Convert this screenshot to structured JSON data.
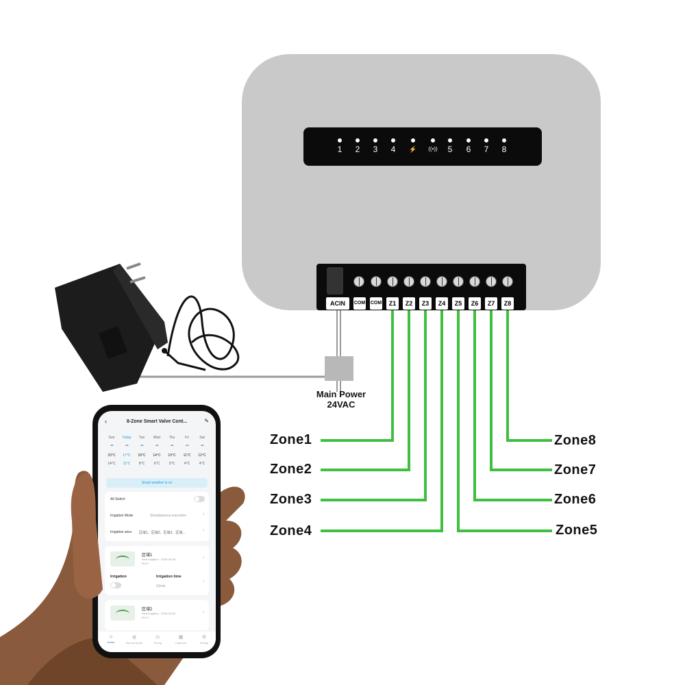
{
  "controller": {
    "indicators": [
      "1",
      "2",
      "3",
      "4",
      "⚡",
      "((•))",
      "5",
      "6",
      "7",
      "8"
    ],
    "terminals": [
      "ACIN",
      "COM",
      "COM",
      "Z1",
      "Z2",
      "Z3",
      "Z4",
      "Z5",
      "Z6",
      "Z7",
      "Z8"
    ]
  },
  "power": {
    "line1": "Main Power",
    "line2": "24VAC"
  },
  "zones_left": [
    "Zone1",
    "Zone2",
    "Zone3",
    "Zone4"
  ],
  "zones_right": [
    "Zone8",
    "Zone7",
    "Zone6",
    "Zone5"
  ],
  "colors": {
    "wire_green": "#3fbf3f",
    "device_gray": "#c9c9c9",
    "panel_black": "#0b0b0b",
    "cable_gray": "#9a9a9a"
  },
  "app": {
    "title": "8-Zone Smart Valve Cont...",
    "weather": [
      {
        "day": "Sun",
        "hi": "23°C",
        "lo": "14°C"
      },
      {
        "day": "Today",
        "hi": "17°C",
        "lo": "11°C"
      },
      {
        "day": "Tue",
        "hi": "18°C",
        "lo": "8°C"
      },
      {
        "day": "Wed",
        "hi": "14°C",
        "lo": "6°C"
      },
      {
        "day": "Thu",
        "hi": "10°C",
        "lo": "5°C"
      },
      {
        "day": "Fri",
        "hi": "11°C",
        "lo": "4°C"
      },
      {
        "day": "Sat",
        "hi": "12°C",
        "lo": "4°C"
      }
    ],
    "weather_banner": "Smart weather is on",
    "all_switch": "All Switch",
    "irrigation_mode_label": "Irrigation Mode",
    "irrigation_mode_value": "Simultaneous execution",
    "irrigation_area_label": "Irrigation area",
    "irrigation_area_value": "区域1、区域2、区域3、区域...",
    "zone1_name": "区域1",
    "zone1_next": "Next irrigation · 2025-03-08",
    "zone1_time": "09:17",
    "irrigation_label": "Irrigation",
    "irrigation_time_label": "Irrigation time",
    "irrigation_time_value": "01min",
    "zone2_name": "区域2",
    "zone2_next": "Next irrigation · 2025-03-08",
    "zone2_time": "09:17",
    "nav": [
      {
        "label": "Home",
        "icon": "⌂"
      },
      {
        "label": "Manual Mode",
        "icon": "◍"
      },
      {
        "label": "Timing",
        "icon": "◷"
      },
      {
        "label": "Calendar",
        "icon": "▦"
      },
      {
        "label": "Setting",
        "icon": "⚙"
      }
    ]
  }
}
